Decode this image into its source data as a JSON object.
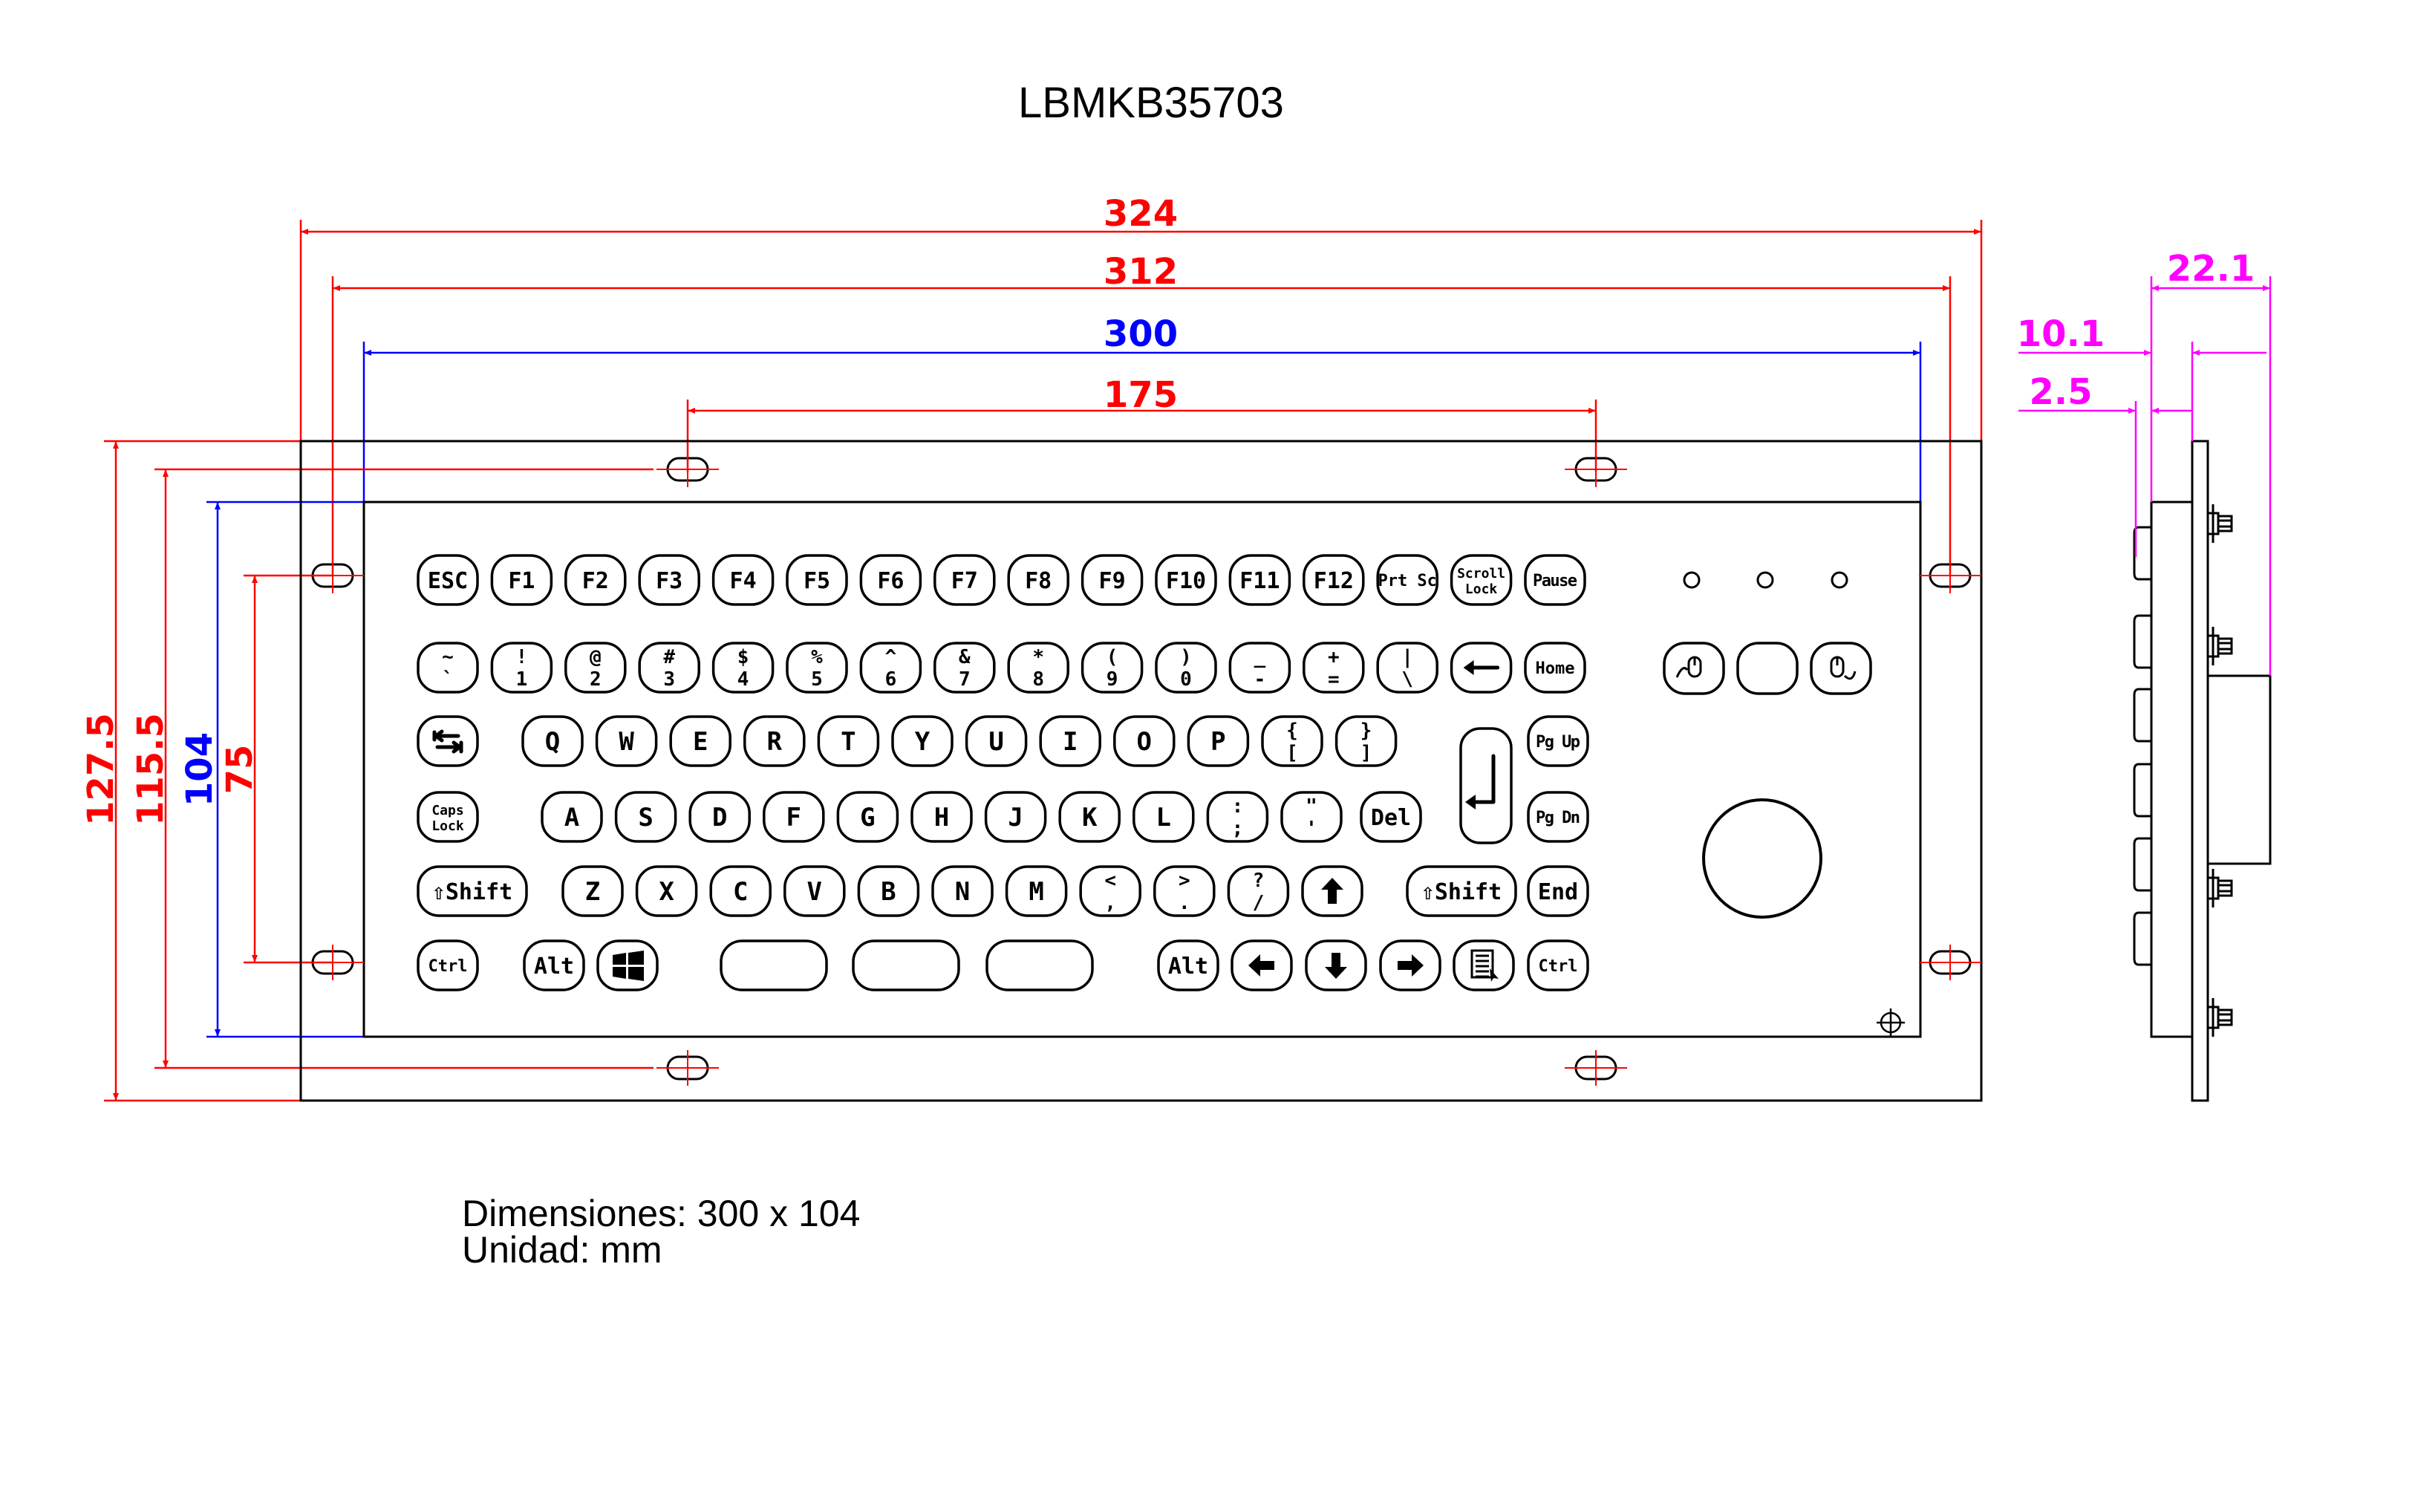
{
  "title": "LBMKB35703",
  "notes": {
    "dimensions": "Dimensiones: 300 x 104",
    "unit": "Unidad:  mm"
  },
  "colors": {
    "red": "#ff0000",
    "blue": "#0000ff",
    "magenta": "#ff00ff",
    "line": "#000000"
  },
  "dimensions": {
    "width_324": "324",
    "width_312": "312",
    "width_300": "300",
    "width_175": "175",
    "height_1275": "127.5",
    "height_1155": "115.5",
    "height_104": "104",
    "height_75": "75",
    "side_221": "22.1",
    "side_101": "10.1",
    "side_25": "2.5"
  },
  "keys": {
    "row1": [
      "ESC",
      "F1",
      "F2",
      "F3",
      "F4",
      "F5",
      "F6",
      "F7",
      "F8",
      "F9",
      "F10",
      "F11",
      "F12",
      "Prt Sc",
      "Scroll Lock",
      "Pause"
    ],
    "row2": [
      "~ `",
      "! 1",
      "@ 2",
      "# 3",
      "$ 4",
      "% 5",
      "^ 6",
      "& 7",
      "* 8",
      "( 9",
      ") 0",
      "_ -",
      "+ =",
      "| \\",
      "backspace",
      "Home"
    ],
    "row3": [
      "tab",
      "Q",
      "W",
      "E",
      "R",
      "T",
      "Y",
      "U",
      "I",
      "O",
      "P",
      "{ [",
      "} ]",
      "enter",
      "Pg Up"
    ],
    "row4": [
      "Caps Lock",
      "A",
      "S",
      "D",
      "F",
      "G",
      "H",
      "J",
      "K",
      "L",
      ": ;",
      "\" '",
      "Del",
      "Pg Dn"
    ],
    "row5": [
      "⇧Shift",
      "Z",
      "X",
      "C",
      "V",
      "B",
      "N",
      "M",
      "< ,",
      "> .",
      "? /",
      "up",
      "⇧Shift",
      "End"
    ],
    "row6": [
      "Ctrl",
      "Alt",
      "windows",
      "",
      "",
      "",
      "Alt",
      "left",
      "down",
      "right",
      "menu",
      "Ctrl"
    ]
  },
  "icons": {
    "tab": "tab-icon",
    "enter": "enter-icon",
    "backspace": "backspace-arrow-icon",
    "windows": "windows-logo-icon",
    "menu": "menu-icon",
    "arrows": "arrow-icon",
    "mouse_left": "mouse-left-button-icon",
    "mouse_right": "mouse-right-button-icon",
    "trackball": "trackball-icon"
  }
}
